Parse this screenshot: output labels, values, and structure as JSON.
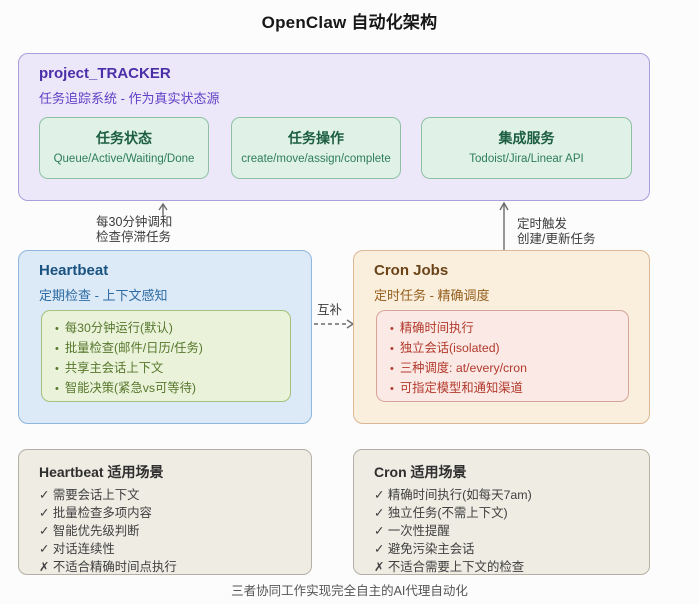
{
  "title": "OpenClaw 自动化架构",
  "tracker": {
    "title": "project_TRACKER",
    "subtitle": "任务追踪系统 - 作为真实状态源",
    "modules": [
      {
        "title": "任务状态",
        "subtitle": "Queue/Active/Waiting/Done"
      },
      {
        "title": "任务操作",
        "subtitle": "create/move/assign/complete"
      },
      {
        "title": "集成服务",
        "subtitle": "Todoist/Jira/Linear API"
      }
    ]
  },
  "connectors": {
    "left": {
      "line1": "每30分钟调和",
      "line2": "检查停滞任务"
    },
    "right": {
      "line1": "定时触发",
      "line2": "创建/更新任务"
    },
    "middle": {
      "label": "互补"
    }
  },
  "heartbeat": {
    "title": "Heartbeat",
    "subtitle": "定期检查 - 上下文感知",
    "features": [
      "每30分钟运行(默认)",
      "批量检查(邮件/日历/任务)",
      "共享主会话上下文",
      "智能决策(紧急vs可等待)"
    ]
  },
  "cron": {
    "title": "Cron Jobs",
    "subtitle": "定时任务 - 精确调度",
    "features": [
      "精确时间执行",
      "独立会话(isolated)",
      "三种调度: at/every/cron",
      "可指定模型和通知渠道"
    ]
  },
  "heartbeat_scenarios": {
    "title": "Heartbeat 适用场景",
    "items": [
      "✓ 需要会话上下文",
      "✓ 批量检查多项内容",
      "✓ 智能优先级判断",
      "✓ 对话连续性",
      "✗ 不适合精确时间点执行"
    ]
  },
  "cron_scenarios": {
    "title": "Cron 适用场景",
    "items": [
      "✓ 精确时间执行(如每天7am)",
      "✓ 独立任务(不需上下文)",
      "✓ 一次性提醒",
      "✓ 避免污染主会话",
      "✗ 不适合需要上下文的检查"
    ]
  },
  "footer": "三者协同工作实现完全自主的AI代理自动化",
  "colors": {
    "tracker_bg": "#ece8f9",
    "tracker_border": "#a89edb",
    "tracker_accent": "#4b2ea8",
    "module_bg": "#e0f1e7",
    "module_border": "#8fc0a3",
    "module_text": "#1b5e41",
    "heartbeat_bg": "#dceaf8",
    "heartbeat_border": "#8fb6dc",
    "heartbeat_accent": "#1a5380",
    "heartbeat_list_bg": "#eaf3da",
    "heartbeat_list_text": "#56772c",
    "cron_bg": "#faeedd",
    "cron_border": "#dab795",
    "cron_accent": "#6b4318",
    "cron_list_bg": "#fbe9e6",
    "cron_list_text": "#b23a2c",
    "scenario_bg": "#efece4",
    "scenario_border": "#b5b0a4",
    "arrow": "#6b6b6b"
  }
}
